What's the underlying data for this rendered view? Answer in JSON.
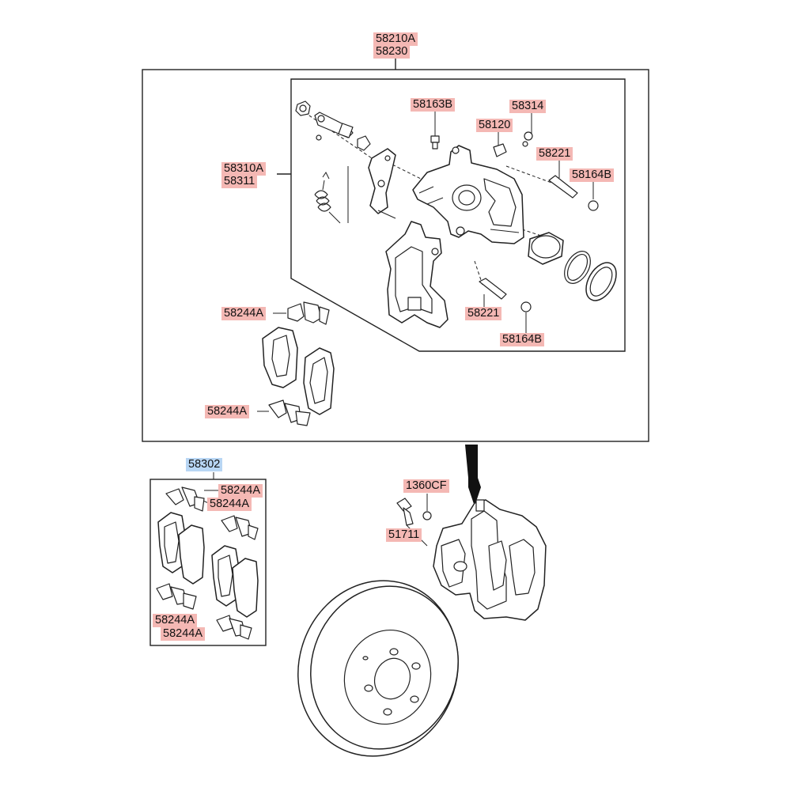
{
  "labels": {
    "assy_a": "58210A",
    "assy_b": "58230",
    "bolt_58163b": "58163B",
    "nut_58314": "58314",
    "nipple_58120": "58120",
    "pin_58221_top": "58221",
    "boot_58164b_top": "58164B",
    "kit_58310a": "58310A",
    "kit_58311": "58311",
    "pin_58221_bottom": "58221",
    "boot_58164b_bottom": "58164B",
    "clip_58244a_upper": "58244A",
    "clip_58244a_lower": "58244A",
    "pad_kit_58302": "58302",
    "kit_clip_1": "58244A",
    "kit_clip_2": "58244A",
    "kit_clip_3": "58244A",
    "kit_clip_4": "58244A",
    "bolt_1360cf": "1360CF",
    "bolt_51711": "51711"
  },
  "colors": {
    "label_highlight_red": "#f4b8b4",
    "label_highlight_blue": "#b8d6f4",
    "line": "#222222"
  }
}
